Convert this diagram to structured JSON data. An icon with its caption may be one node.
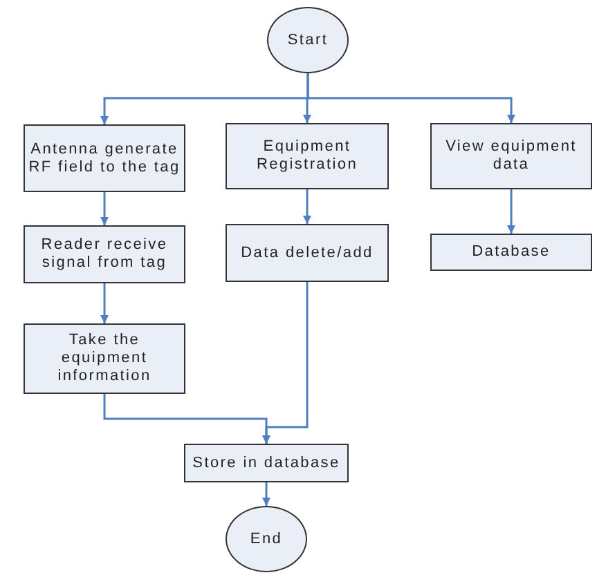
{
  "diagram": {
    "nodes": [
      {
        "text": [
          "Start"
        ]
      },
      {
        "text": [
          "Antenna generate RF field to the tag"
        ]
      },
      {
        "text": [
          "Equipment Registration"
        ]
      },
      {
        "text": [
          "View equipment data"
        ]
      },
      {
        "text": [
          "Reader receive signal from tag"
        ]
      },
      {
        "text": [
          "Data delete/add"
        ]
      },
      {
        "text": [
          "Database"
        ]
      },
      {
        "text": [
          "Take the equipment information"
        ]
      },
      {
        "text": [
          "Store in database"
        ]
      },
      {
        "text": [
          "End"
        ]
      }
    ],
    "edges": [
      {
        "from": 0,
        "to": 1,
        "arrow": "to"
      },
      {
        "from": 0,
        "to": 2,
        "arrow": "to"
      },
      {
        "from": 0,
        "to": 3,
        "arrow": "to"
      },
      {
        "from": 1,
        "to": 4,
        "arrow": "to"
      },
      {
        "from": 2,
        "to": 5,
        "arrow": "to"
      },
      {
        "from": 3,
        "to": 6,
        "arrow": "to"
      },
      {
        "from": 4,
        "to": 7,
        "arrow": "to"
      },
      {
        "from": 7,
        "to": 8,
        "arrow": "to"
      },
      {
        "from": 5,
        "to": 8,
        "arrow": "to"
      },
      {
        "from": 8,
        "to": 9,
        "arrow": "to"
      }
    ]
  }
}
